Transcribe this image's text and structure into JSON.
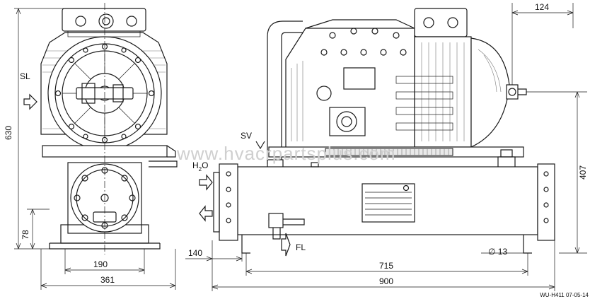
{
  "drawing": {
    "watermark": "www.hvacrpartsplus.com",
    "drawing_code": "WU-H411  07-05-14",
    "labels": {
      "suction": "SL",
      "discharge": "SV",
      "water": "H",
      "water_sub": "2",
      "water_o": "O",
      "fluid": "FL"
    },
    "dimensions": {
      "height_total": "630",
      "base_height": "78",
      "foot_width": "190",
      "side_width": "361",
      "offset_left": "140",
      "foot_spacing": "715",
      "length_total": "900",
      "hole_dia": "∅ 13",
      "right_offset": "124",
      "right_height": "407"
    }
  }
}
